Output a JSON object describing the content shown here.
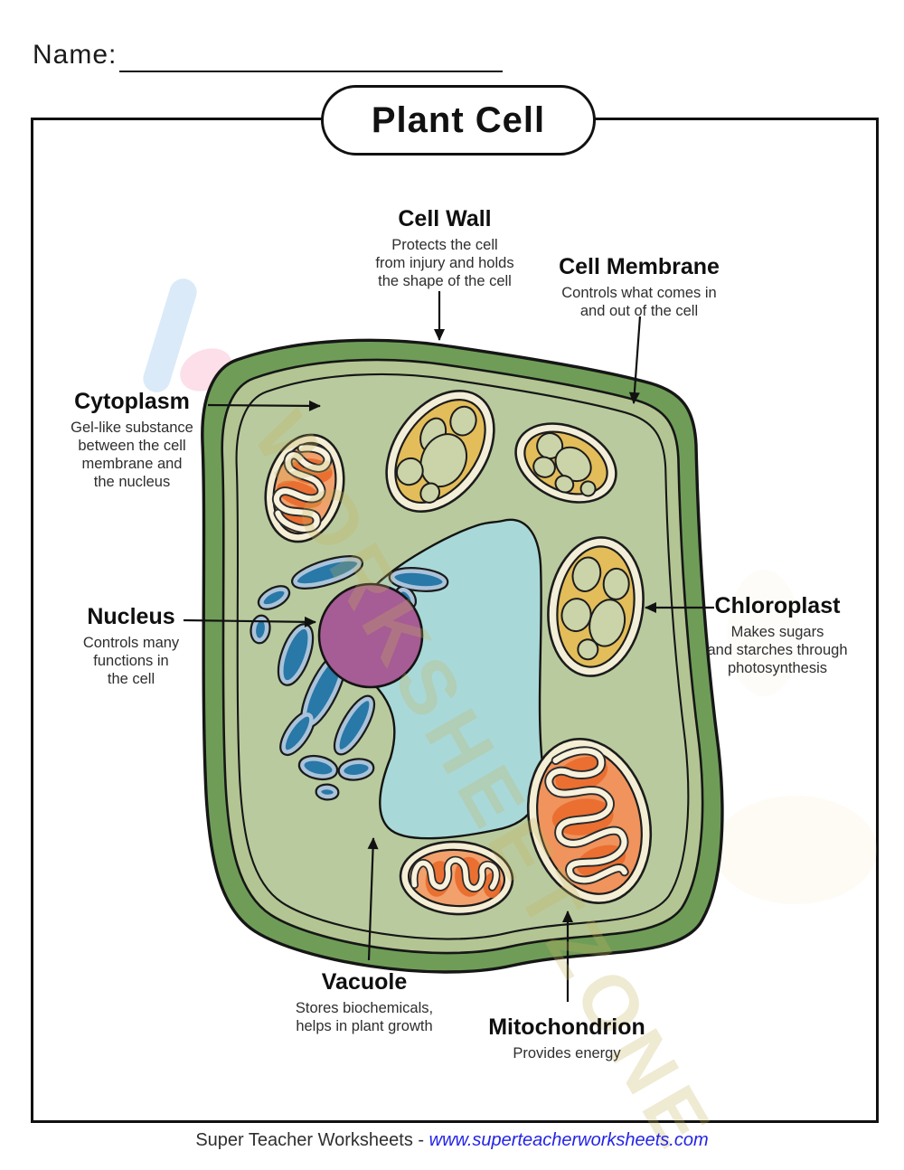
{
  "name_label": "Name:",
  "title": "Plant Cell",
  "watermark": "WORKSHEETZONE",
  "labels": {
    "cell_wall": {
      "title": "Cell Wall",
      "lines": [
        "Protects the cell",
        "from injury and holds",
        "the shape of the cell"
      ]
    },
    "cell_membrane": {
      "title": "Cell Membrane",
      "lines": [
        "Controls what comes in",
        "and out of the cell"
      ]
    },
    "cytoplasm": {
      "title": "Cytoplasm",
      "lines": [
        "Gel-like substance",
        "between the cell",
        "membrane and",
        "the nucleus"
      ]
    },
    "nucleus": {
      "title": "Nucleus",
      "lines": [
        "Controls many",
        "functions in",
        "the cell"
      ]
    },
    "chloroplast": {
      "title": "Chloroplast",
      "lines": [
        "Makes sugars",
        "and starches through",
        "photosynthesis"
      ]
    },
    "vacuole": {
      "title": "Vacuole",
      "lines": [
        "Stores biochemicals,",
        "helps in plant growth"
      ]
    },
    "mitochondrion": {
      "title": "Mitochondrion",
      "lines": [
        "Provides energy"
      ]
    }
  },
  "footer": {
    "prefix": "Super Teacher Worksheets - ",
    "link": "www.superteacherworksheets.com"
  },
  "colors": {
    "cell_wall_green": "#6f9d58",
    "wall_band_green": "#b3c593",
    "cytoplasm_green": "#b9cb9e",
    "vacuole_blue": "#a9d8d8",
    "nucleus_purple": "#a65c94",
    "er_blue": "#2878a8",
    "er_border": "#abc3d9",
    "chloroplast_gold": "#e3bd5a",
    "chloroplast_cream": "#f3eed8",
    "mitochondrion_orange": "#f2a16d",
    "mitochondrion_dark_orange": "#e96b2e",
    "organelle_cream": "#f4eed4",
    "link_blue": "#2323e8",
    "outline_black": "#111111"
  }
}
